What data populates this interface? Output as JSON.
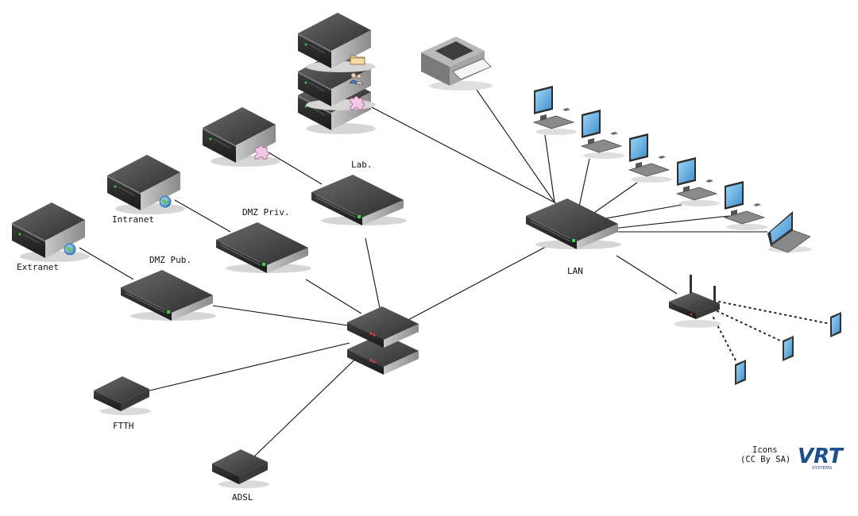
{
  "labels": {
    "extranet": "Extranet",
    "intranet": "Intranet",
    "dmz_pub": "DMZ Pub.",
    "dmz_priv": "DMZ Priv.",
    "lab": "Lab.",
    "lan": "LAN",
    "ftth": "FTTH",
    "adsl": "ADSL"
  },
  "credit": {
    "line1": "Icons",
    "line2": "(CC By SA)",
    "logo": "VRT",
    "logo_sub": "SYSTEMS"
  },
  "colors": {
    "device_dark": "#2b2b2b",
    "device_top": "#4a4a4a",
    "screen_blue": "#5aaee0",
    "logo_blue": "#1e4e8c",
    "link": "#111111"
  },
  "icons": [
    "server-icon",
    "globe-icon",
    "switch-icon",
    "router-icon",
    "modem-icon",
    "printer-icon",
    "desktop-computer-icon",
    "laptop-icon",
    "wireless-router-icon",
    "tablet-icon",
    "folder-icon",
    "users-icon",
    "puzzle-icon"
  ]
}
